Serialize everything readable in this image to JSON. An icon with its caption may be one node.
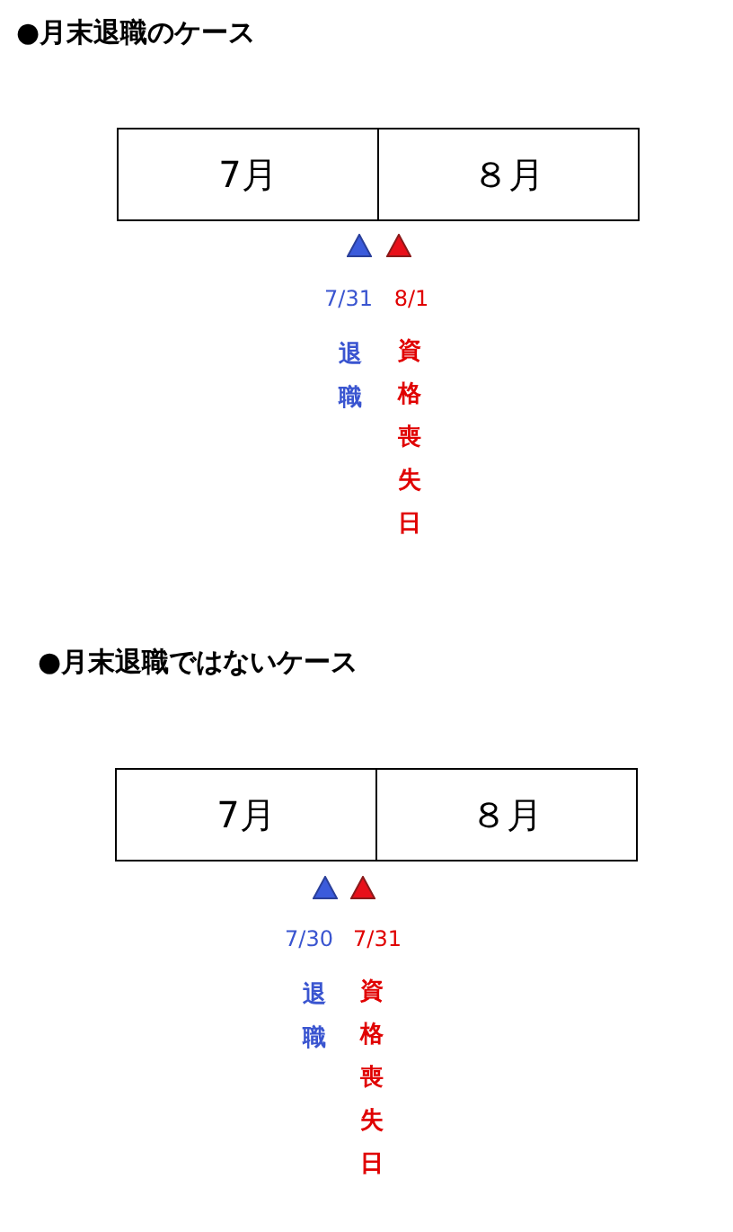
{
  "diagram": {
    "nodes": [
      {
        "text": [
          "7月"
        ]
      },
      {
        "text": [
          "８月"
        ]
      },
      {
        "text": [
          "7月"
        ]
      },
      {
        "text": [
          "８月"
        ]
      }
    ],
    "labels": [
      "●月末退職のケース",
      "7/31",
      "8/1",
      "退職",
      "資格喪失日",
      "●月末退職ではないケース",
      "7/30",
      "7/31",
      "退職",
      "資格喪失日"
    ]
  }
}
